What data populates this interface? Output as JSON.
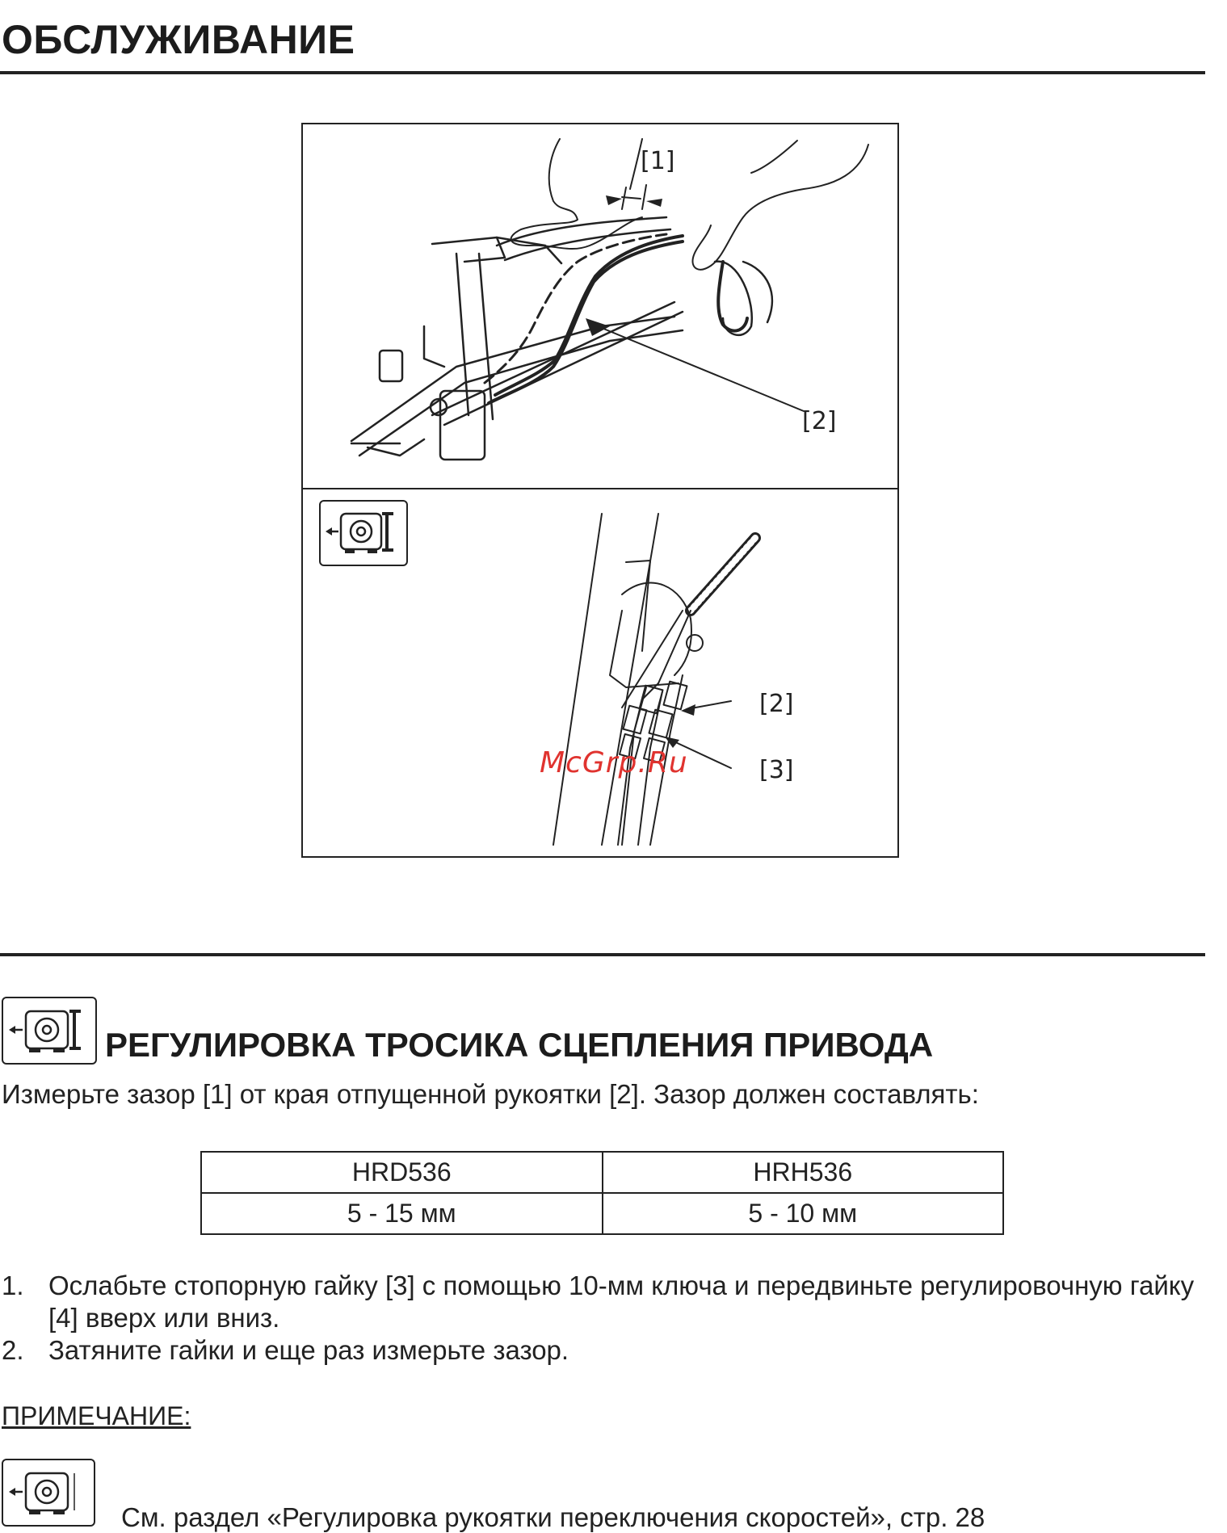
{
  "header": {
    "title": "ОБСЛУЖИВАНИЕ"
  },
  "figure": {
    "top_labels": {
      "gap": "[1]",
      "handle": "[2]"
    },
    "bottom_labels": {
      "handle": "[2]",
      "locknut": "[3]"
    },
    "watermark": "McGrp.Ru",
    "icon": "mower-drive-icon"
  },
  "section": {
    "title": "РЕГУЛИРОВКА ТРОСИКА СЦЕПЛЕНИЯ ПРИВОДА",
    "intro": "Измерьте зазор [1] от края отпущенной рукоятки [2]. Зазор должен составлять:",
    "icon": "mower-drive-icon"
  },
  "spec_table": {
    "headers": [
      "HRD536",
      "HRH536"
    ],
    "values": [
      "5 - 15 мм",
      "5 - 10 мм"
    ]
  },
  "steps": [
    {
      "num": "1.",
      "text": "Ослабьте стопорную гайку [3] с помощью 10-мм ключа и передвиньте регулировочную гайку [4] вверх или вниз."
    },
    {
      "num": "2.",
      "text": "Затяните гайки и еще раз измерьте зазор."
    }
  ],
  "note": {
    "title": "ПРИМЕЧАНИЕ:",
    "text": "См. раздел «Регулировка рукоятки переключения скоростей», стр. 28",
    "icon": "mower-drive-icon"
  }
}
